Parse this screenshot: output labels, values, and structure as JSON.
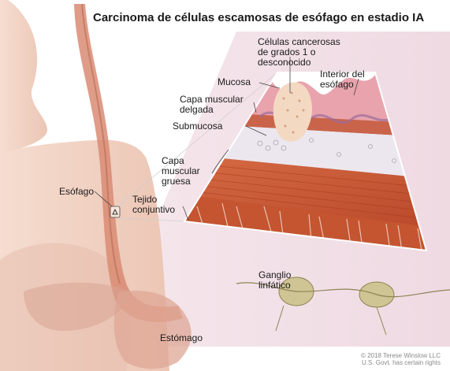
{
  "title": "Carcinoma de células escamosas de esófago en estadio IA",
  "labels": {
    "cancer_cells": [
      "Células cancerosas",
      "de grados 1 o",
      "desconocido"
    ],
    "interior": [
      "Interior del",
      "esófago"
    ],
    "mucosa": [
      "Mucosa"
    ],
    "thin_muscle": [
      "Capa muscular",
      "delgada"
    ],
    "submucosa": [
      "Submucosa"
    ],
    "thick_muscle": [
      "Capa",
      "muscular",
      "gruesa"
    ],
    "connective": [
      "Tejido",
      "conjuntivo"
    ],
    "esophagus": [
      "Esófago"
    ],
    "lymph_node": [
      "Ganglio",
      "linfático"
    ],
    "stomach": [
      "Estómago"
    ]
  },
  "credit": [
    "© 2018 Terese Winslow LLC",
    "U.S. Govt. has certain rights"
  ],
  "colors": {
    "skin": "#f1d2c3",
    "mucosa": "#e9a3ad",
    "muscle": "#c45530",
    "submucosa": "#ece7ee",
    "lymph_node": "#cfc493",
    "cancer": "#f3d9c2"
  }
}
